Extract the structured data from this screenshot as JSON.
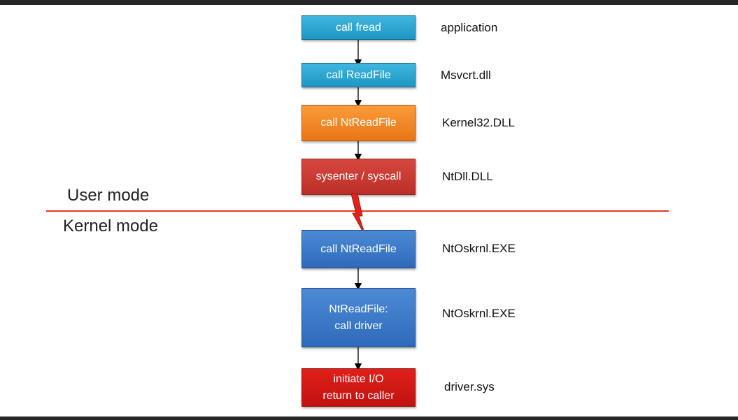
{
  "steps": [
    {
      "text": "call fread",
      "label": "application",
      "color": "teal"
    },
    {
      "text": "call ReadFile",
      "label": "Msvcrt.dll",
      "color": "teal"
    },
    {
      "text": "call NtReadFile",
      "label": "Kernel32.DLL",
      "color": "orange"
    },
    {
      "text": "sysenter / syscall",
      "label": "NtDll.DLL",
      "color": "red"
    },
    {
      "text": "call NtReadFile",
      "label": "NtOskrnl.EXE",
      "color": "blue"
    },
    {
      "text_line1": "NtReadFile:",
      "text_line2": "call driver",
      "label": "NtOskrnl.EXE",
      "color": "blue"
    },
    {
      "text_line1": "initiate I/O",
      "text_line2": "return to caller",
      "label": "driver.sys",
      "color": "red"
    }
  ],
  "modes": {
    "user": "User mode",
    "kernel": "Kernel mode"
  },
  "colors": {
    "teal": "#1e97c4",
    "orange": "#ea7615",
    "red_syscall": "#bc2f28",
    "blue": "#2e6ab9",
    "red_driver": "#c21210",
    "divider": "#e23b1e",
    "lightning": "#e3221c"
  }
}
